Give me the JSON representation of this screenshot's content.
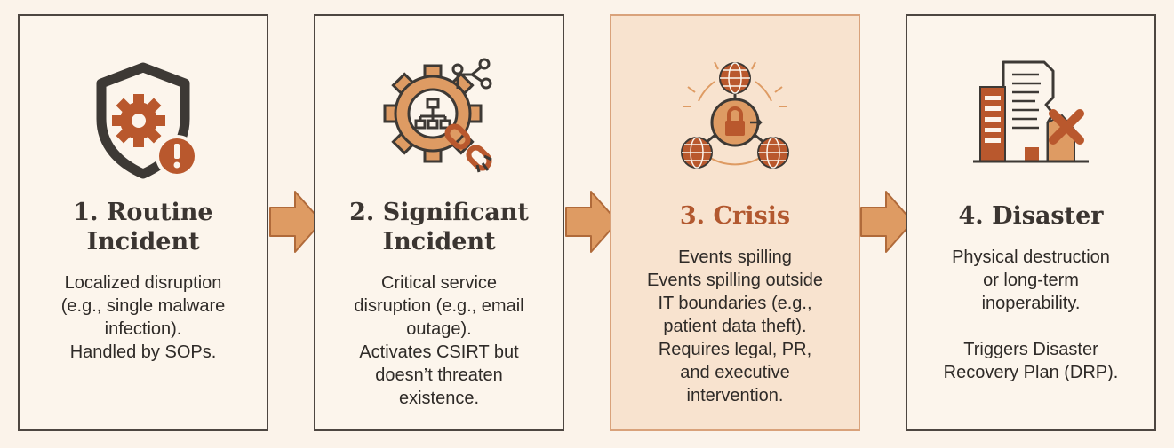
{
  "stages": [
    {
      "title_line1": "1. Routine",
      "title_line2": "Incident",
      "description": [
        "Localized disruption",
        "(e.g., single malware",
        "infection).",
        "Handled by SOPs."
      ]
    },
    {
      "title_line1": "2. Significant",
      "title_line2": "Incident",
      "description": [
        "Critical service",
        "disruption (e.g., email",
        "outage).",
        "Activates CSIRT but",
        "doesn’t threaten",
        "existence."
      ]
    },
    {
      "title_line1": "3. Crisis",
      "title_line2": "",
      "description": [
        "Events spilling",
        "Events spilling outside",
        "IT boundaries (e.g.,",
        "patient data theft).",
        "Requires legal, PR,",
        "and executive",
        "intervention."
      ]
    },
    {
      "title_line1": "4. Disaster",
      "title_line2": "",
      "description": [
        "Physical destruction",
        "or long-term",
        "inoperability.",
        "",
        "Triggers Disaster",
        "Recovery Plan (DRP)."
      ]
    }
  ],
  "colors": {
    "accent": "#b9582d",
    "accent_light": "#de9b63",
    "dark": "#3d3935",
    "highlight_bg": "#f8e3cf"
  },
  "icons": [
    "shield-gear-alert-icon",
    "gear-network-broken-chain-icon",
    "lock-globe-network-icon",
    "collapsed-building-x-icon"
  ]
}
